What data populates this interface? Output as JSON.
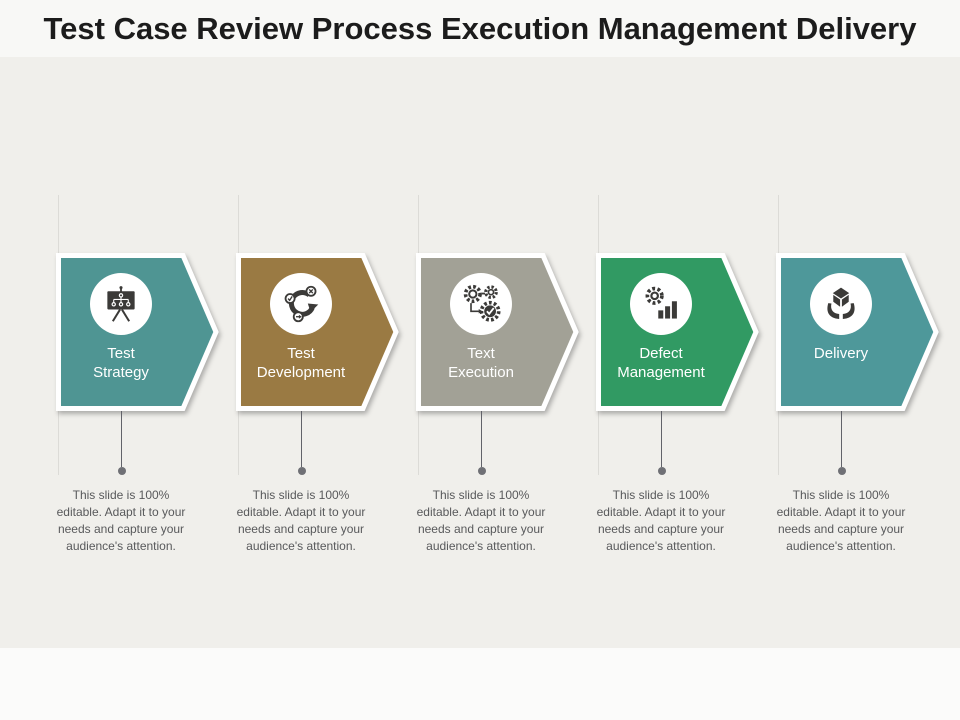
{
  "title": "Test Case Review Process Execution Management Delivery",
  "colors": {
    "background": "#f0efeb",
    "title_strip": "#f8f8f6",
    "label_text": "#ffffff",
    "description_text": "#58595b",
    "icon_dark": "#3b3a38"
  },
  "steps": [
    {
      "label": [
        "Test",
        "Strategy"
      ],
      "color": "#4f9593",
      "icon": "presentation-org-chart-icon",
      "description": "This slide is 100% editable. Adapt it to your needs and capture your audience's attention.",
      "desc_lines": [
        "This slide is 100%",
        "editable. Adapt it to your",
        "needs and capture your",
        "audience's attention."
      ]
    },
    {
      "label": [
        "Test",
        "Development"
      ],
      "color": "#9a7a43",
      "icon": "dev-cycle-arrows-icon",
      "description": "This slide is 100% editable. Adapt it to your needs and capture your audience's attention.",
      "desc_lines": [
        "This slide is 100%",
        "editable. Adapt it to your",
        "needs and capture your",
        "audience's attention."
      ]
    },
    {
      "label": [
        "Text",
        "Execution"
      ],
      "color": "#a2a196",
      "icon": "gears-process-check-icon",
      "description": "This slide is 100% editable. Adapt it to your needs and capture your audience's attention.",
      "desc_lines": [
        "This slide is 100%",
        "editable. Adapt it to your",
        "needs and capture your",
        "audience's attention."
      ]
    },
    {
      "label": [
        "Defect",
        "Management"
      ],
      "color": "#319a63",
      "icon": "gear-bar-chart-icon",
      "description": "This slide is 100% editable. Adapt it to your needs and capture your audience's attention.",
      "desc_lines": [
        "This slide is 100%",
        "editable. Adapt it to your",
        "needs and capture your",
        "audience's attention."
      ]
    },
    {
      "label": [
        "Delivery"
      ],
      "color": "#4e989a",
      "icon": "hands-holding-box-icon",
      "description": "This slide is 100% editable. Adapt it to your needs and capture your audience's attention.",
      "desc_lines": [
        "This slide is 100%",
        "editable. Adapt it to your",
        "needs and capture your",
        "audience's attention."
      ]
    }
  ]
}
